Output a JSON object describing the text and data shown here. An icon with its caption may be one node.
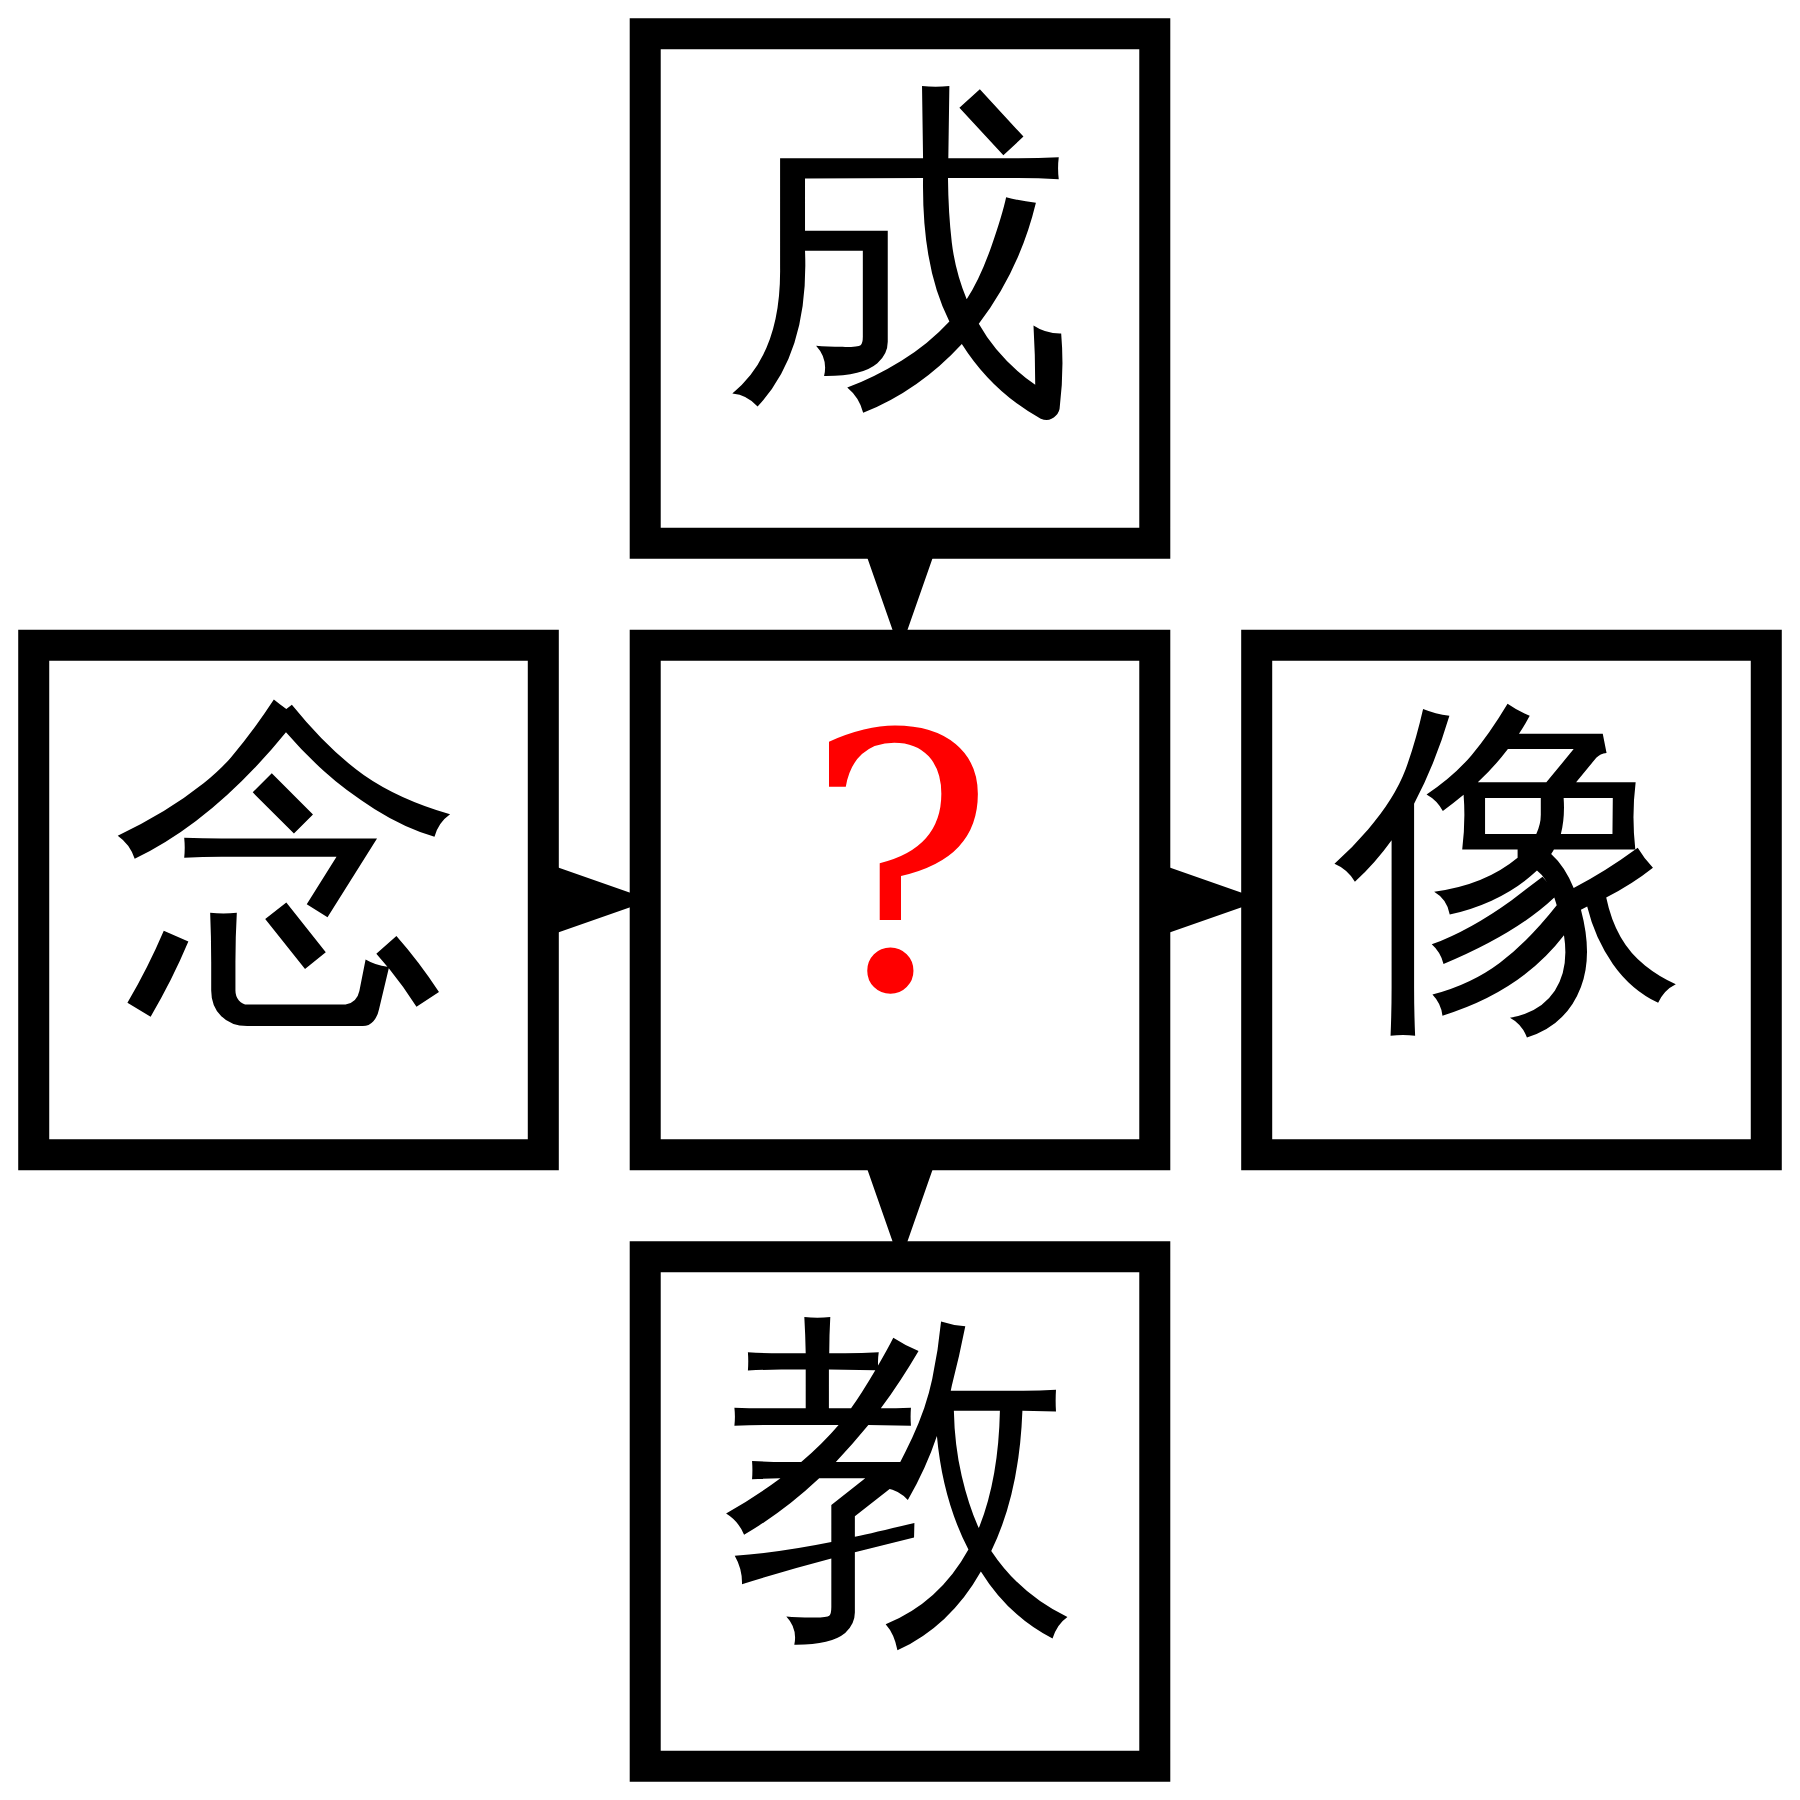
{
  "diagram": {
    "nodes": [
      {
        "text": [
          "成"
        ]
      },
      {
        "text": [
          "念"
        ]
      },
      {
        "text": [
          "?"
        ]
      },
      {
        "text": [
          "像"
        ]
      },
      {
        "text": [
          "教"
        ]
      }
    ],
    "edges": [
      {
        "from": 0,
        "to": 2,
        "arrow": "to"
      },
      {
        "from": 1,
        "to": 2,
        "arrow": "to"
      },
      {
        "from": 2,
        "to": 3,
        "arrow": "to"
      },
      {
        "from": 2,
        "to": 4,
        "arrow": "to"
      }
    ]
  }
}
